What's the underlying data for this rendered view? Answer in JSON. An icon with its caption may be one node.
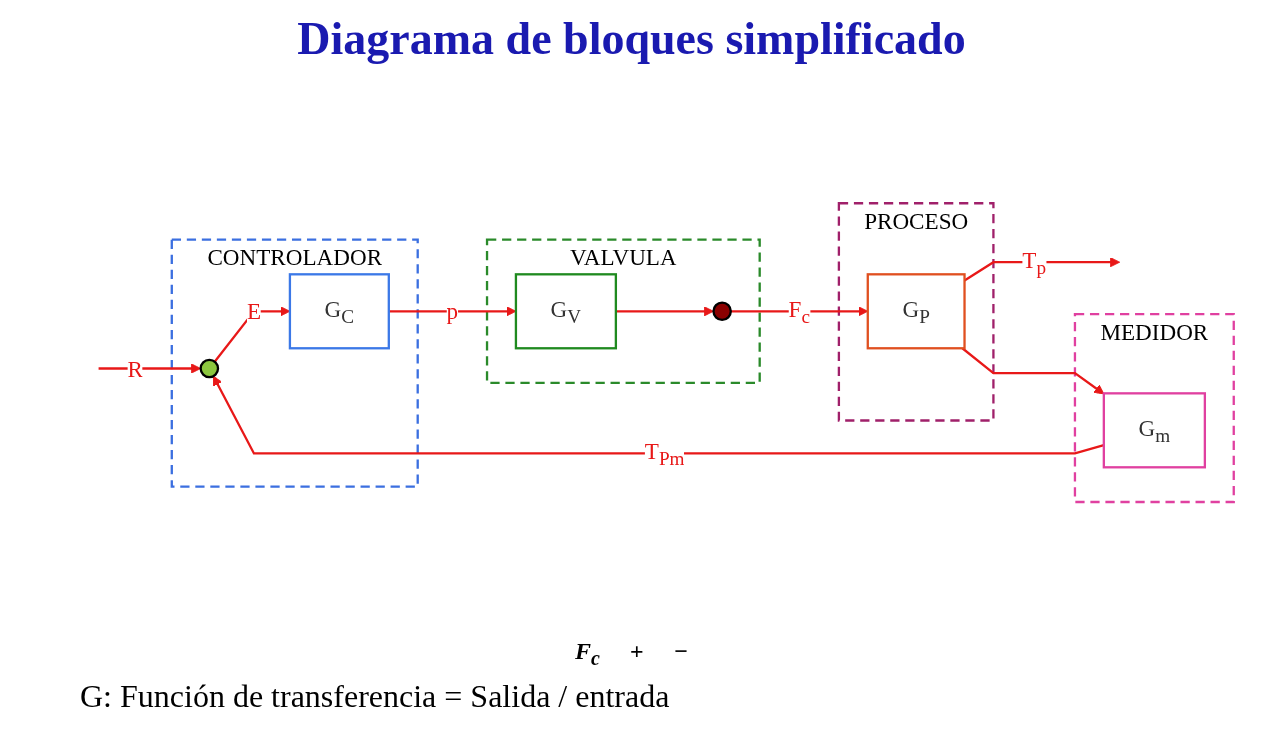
{
  "diagram": {
    "title": "Diagrama de bloques simplificado",
    "caption": "G: Función de transferencia = Salida / entrada",
    "nodes": [
      {
        "text": [
          "CONTROLADOR"
        ]
      },
      {
        "text": [],
        "shape": "circle",
        "in": 0
      },
      {
        "text": [
          "G$_{C}$"
        ],
        "in": 0
      },
      {
        "text": [
          "VALVULA"
        ]
      },
      {
        "text": [
          "G$_{V}$"
        ],
        "in": 3
      },
      {
        "text": [],
        "shape": "circle",
        "in": 3
      },
      {
        "text": [
          "PROCESO"
        ]
      },
      {
        "text": [
          "G$_{P}$"
        ],
        "in": 6
      },
      {
        "text": [
          "MEDIDOR"
        ]
      },
      {
        "text": [
          "G$_{m}$"
        ],
        "in": 8
      }
    ],
    "edges": [
      {
        "from": null,
        "to": 1,
        "arrow": "to",
        "label": "R"
      },
      {
        "from": 1,
        "to": 2,
        "arrow": "to",
        "label": "E"
      },
      {
        "from": 2,
        "to": 4,
        "arrow": "to",
        "label": "p"
      },
      {
        "from": 4,
        "to": 5,
        "arrow": "to"
      },
      {
        "from": 5,
        "to": 7,
        "arrow": "to",
        "label": "F$_{c}$"
      },
      {
        "from": 7,
        "to": null,
        "arrow": "to",
        "label": "T$_{p}$"
      },
      {
        "from": 7,
        "to": 9,
        "arrow": "to"
      },
      {
        "from": 9,
        "to": 1,
        "arrow": "to",
        "label": "T$_{Pm}$"
      }
    ],
    "labels": [
      "F$_{c}$",
      "+",
      "−"
    ]
  }
}
